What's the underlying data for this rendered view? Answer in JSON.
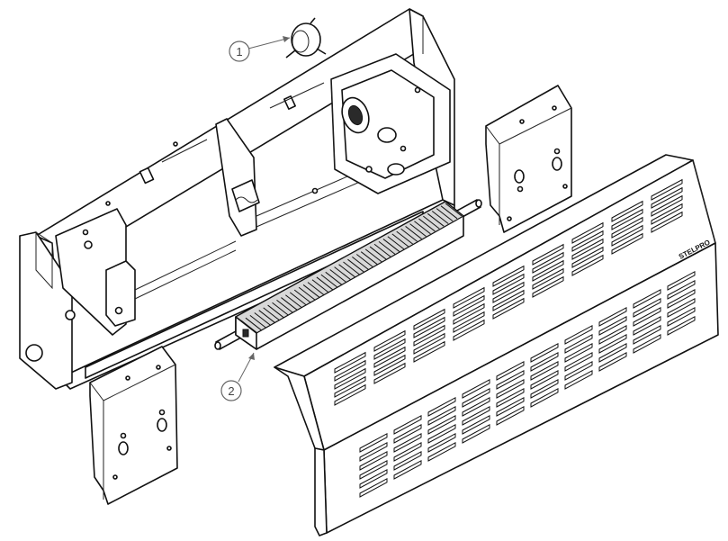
{
  "callouts": [
    {
      "number": "1",
      "part": "thermostat-sensor"
    },
    {
      "number": "2",
      "part": "finned-heating-element"
    }
  ],
  "brand_label": "STELPRO",
  "colors": {
    "line": "#111111",
    "background": "#ffffff",
    "callout": "#666666"
  }
}
